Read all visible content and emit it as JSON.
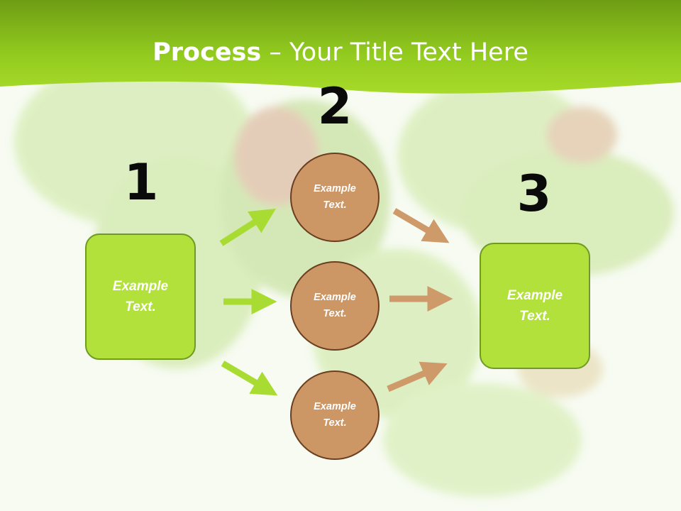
{
  "slide": {
    "title_bold": "Process",
    "title_rest": " – Your Title Text Here"
  },
  "steps": [
    {
      "number": "1",
      "label": "Example\nText."
    },
    {
      "number": "2"
    },
    {
      "number": "3",
      "label": "Example\nText."
    }
  ],
  "circles": [
    {
      "label": "Example\nText."
    },
    {
      "label": "Example\nText."
    },
    {
      "label": "Example\nText."
    }
  ],
  "colors": {
    "header_green": "#8cc81e",
    "box_fill": "#b1e13a",
    "circle_fill": "#cd9665",
    "green_arrow": "#a8dc32",
    "brown_arrow": "#cf9a6a"
  }
}
